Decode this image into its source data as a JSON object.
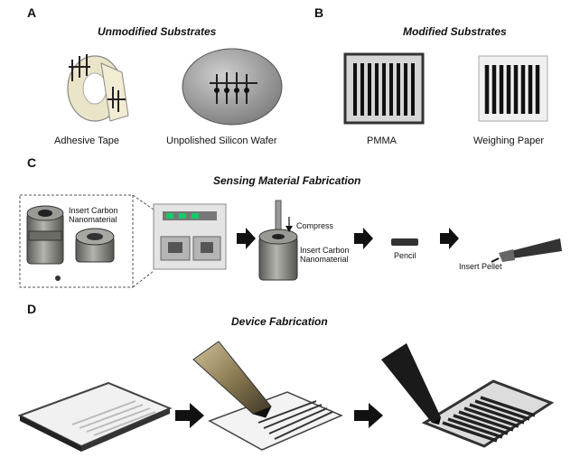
{
  "panels": {
    "a": {
      "letter": "A",
      "title": "Unmodified Substrates",
      "items": [
        {
          "caption": "Adhesive Tape",
          "icon": "tape-roll-icon"
        },
        {
          "caption": "Unpolished Silicon Wafer",
          "icon": "silicon-wafer-icon"
        }
      ]
    },
    "b": {
      "letter": "B",
      "title": "Modified Substrates",
      "items": [
        {
          "caption": "PMMA",
          "icon": "pmma-substrate-icon"
        },
        {
          "caption": "Weighing Paper",
          "icon": "weighing-paper-icon"
        }
      ]
    },
    "c": {
      "letter": "C",
      "title": "Sensing Material Fabrication",
      "labels": {
        "insert_top": "Insert Carbon",
        "insert_bottom": "Nanomaterial",
        "compress": "Compress",
        "insert2_top": "Insert Carbon",
        "insert2_bottom": "Nanomaterial",
        "pencil": "Pencil",
        "insert_pellet": "Insert Pellet"
      }
    },
    "d": {
      "letter": "D",
      "title": "Device Fabrication"
    }
  },
  "colors": {
    "arrow": "#111111",
    "metal": "#8a8a84",
    "dark": "#2a2a2a"
  }
}
